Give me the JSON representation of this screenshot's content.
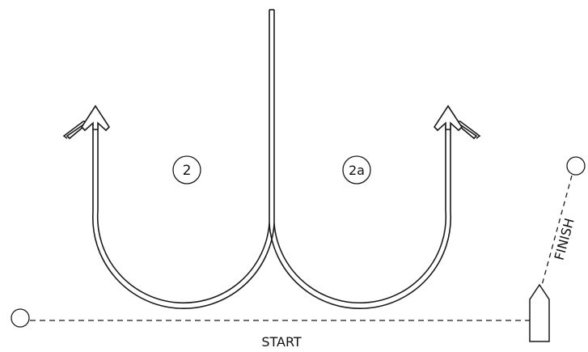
{
  "labels": {
    "start": "START",
    "finish": "FINISH",
    "turn_left": "2",
    "turn_right": "2a"
  },
  "colors": {
    "line": "#1a1a1a",
    "background": "#ffffff"
  }
}
